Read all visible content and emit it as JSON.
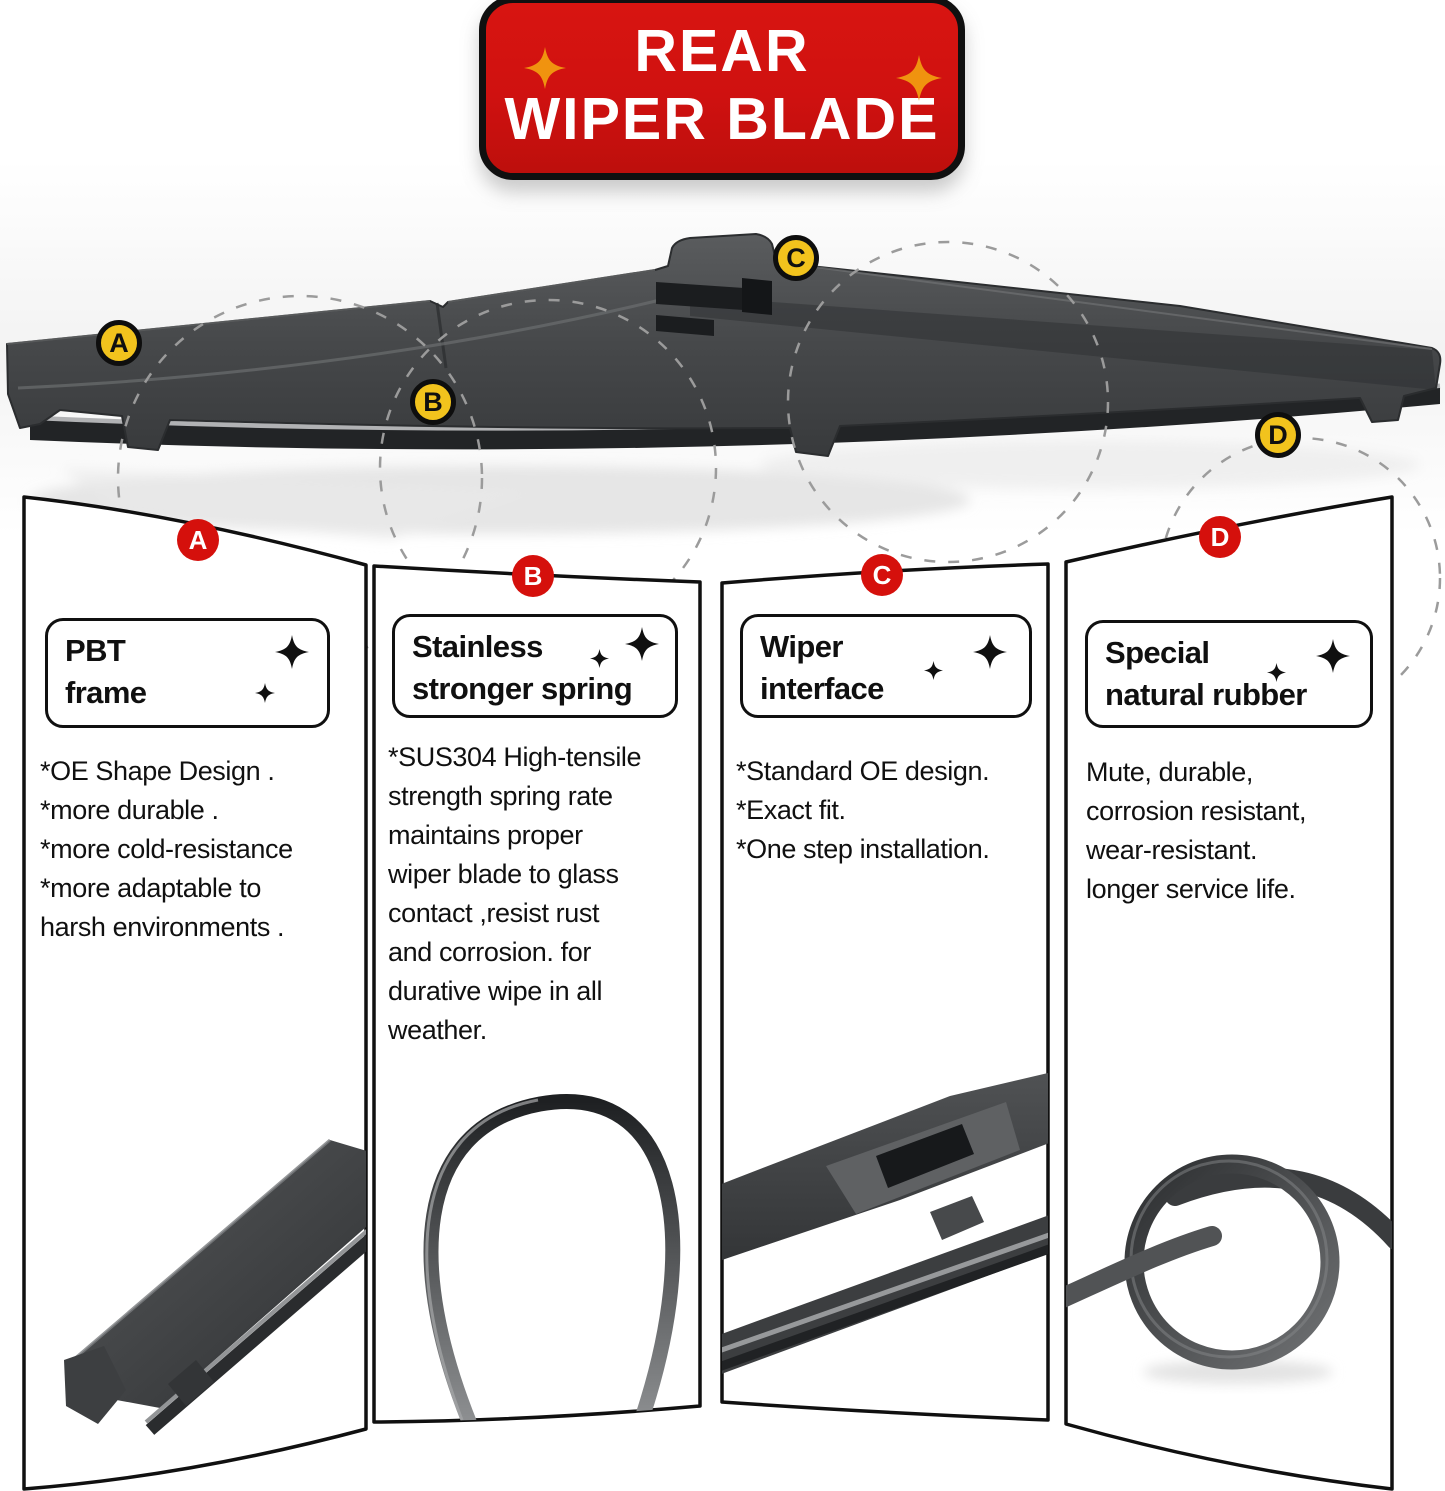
{
  "banner": {
    "line1": "REAR",
    "line2": "WIPER BLADE"
  },
  "panels": [
    {
      "letter": "A",
      "title": {
        "line1": "PBT",
        "line2": "frame"
      },
      "body": [
        "*OE Shape Design .",
        "*more durable .",
        "*more cold-resistance",
        "*more adaptable to",
        "harsh environments ."
      ],
      "photo": "wiper-blade-end-photo"
    },
    {
      "letter": "B",
      "title": {
        "line1": "Stainless",
        "line2": "stronger spring"
      },
      "body": [
        "*SUS304 High-tensile",
        "strength spring rate",
        "maintains proper",
        "wiper blade to glass",
        "contact ,resist rust",
        "and corrosion. for",
        "durative wipe in all",
        "weather."
      ],
      "photo": "spring-steel-loop-photo"
    },
    {
      "letter": "C",
      "title": {
        "line1": "Wiper",
        "line2": "interface"
      },
      "body": [
        "*Standard OE design.",
        "*Exact fit.",
        "*One step installation."
      ],
      "photo": "wiper-interface-photo"
    },
    {
      "letter": "D",
      "title": {
        "line1": "Special",
        "line2": "natural rubber"
      },
      "body": [
        "Mute, durable,",
        "corrosion resistant,",
        "wear-resistant.",
        "longer service life."
      ],
      "photo": "rubber-strip-knot-photo"
    }
  ],
  "colors": {
    "banner_red": "#cf1110",
    "badge_red": "#d5100c",
    "callout_yellow": "#f2c31d",
    "sparkle_orange": "#f0930f",
    "ink": "#101010",
    "dash_gray": "#9b9b9b",
    "blade_gray": "#46484a"
  }
}
